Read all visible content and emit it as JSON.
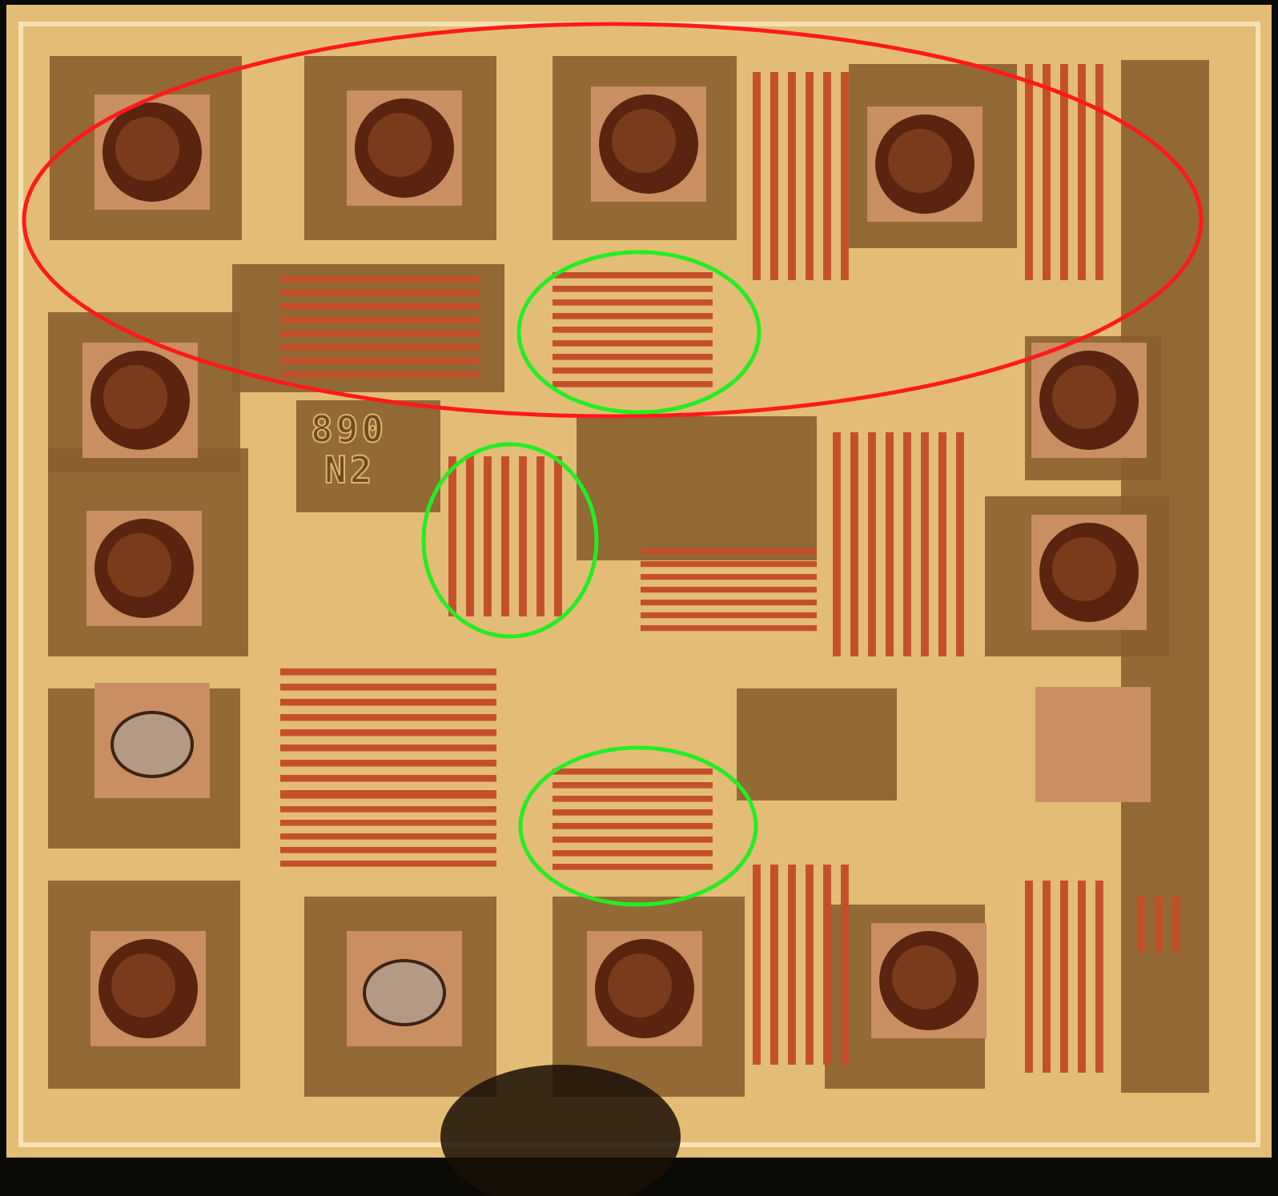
{
  "die_marking": {
    "line1": "890",
    "line2": "N2"
  },
  "annotations": {
    "red_region_color": "#ff1a1a",
    "green_region_color": "#22ee22",
    "green_region_count": 3
  },
  "colors": {
    "background": "#0c0a06",
    "metal": "#e8c27a",
    "oxide": "#8a5f30",
    "resistor": "#c4502a",
    "pad": "#c98e62",
    "bond_ball": "#5a2410"
  },
  "bond_pads": {
    "total": 14,
    "bonded": 11,
    "damaged": 2,
    "empty": 1
  }
}
